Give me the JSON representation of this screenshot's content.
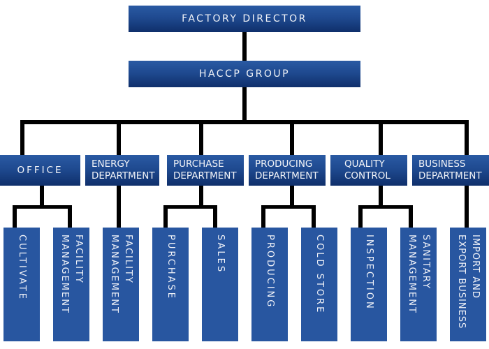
{
  "diagram_type": "organization chart",
  "colors": {
    "box_top": "#2a5aa3",
    "box_bottom": "#0f2f6b",
    "sub_box": "#2856a0",
    "connector": "#000000",
    "text": "#f2f4f8"
  },
  "root": {
    "label": "FACTORY DIRECTOR"
  },
  "group": {
    "label": "HACCP GROUP"
  },
  "departments": [
    {
      "label": "OFFICE",
      "children": [
        "CULTIVATE",
        "FACILITY\nMANAGEMENT"
      ]
    },
    {
      "label": "ENERGY\nDEPARTMENT",
      "children": [
        "FACILITY\nMANAGEMENT"
      ]
    },
    {
      "label": "PURCHASE\nDEPARTMENT",
      "children": [
        "PURCHASE",
        "SALES"
      ]
    },
    {
      "label": "PRODUCING\nDEPARTMENT",
      "children": [
        "PRODUCING",
        "COLD STORE"
      ]
    },
    {
      "label": "QUALITY\nCONTROL",
      "children": [
        "INSPECTION",
        "SANITARY\nMANAGEMENT"
      ]
    },
    {
      "label": "BUSINESS\nDEPARTMENT",
      "children": [
        "IMPORT AND\nEXPORT BUSINESS"
      ]
    }
  ]
}
